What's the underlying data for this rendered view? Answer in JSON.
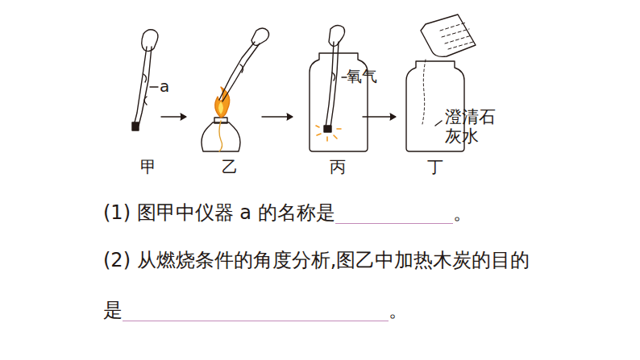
{
  "diagram": {
    "labels": [
      "a",
      "甲",
      "乙",
      "丙",
      "丁",
      "氧气",
      "澄清石灰水",
      "(1) 图甲中仪器 a 的名称是",
      "。",
      "(2) 从燃烧条件的角度分析,图乙中加热木炭的目的是",
      "。"
    ]
  }
}
